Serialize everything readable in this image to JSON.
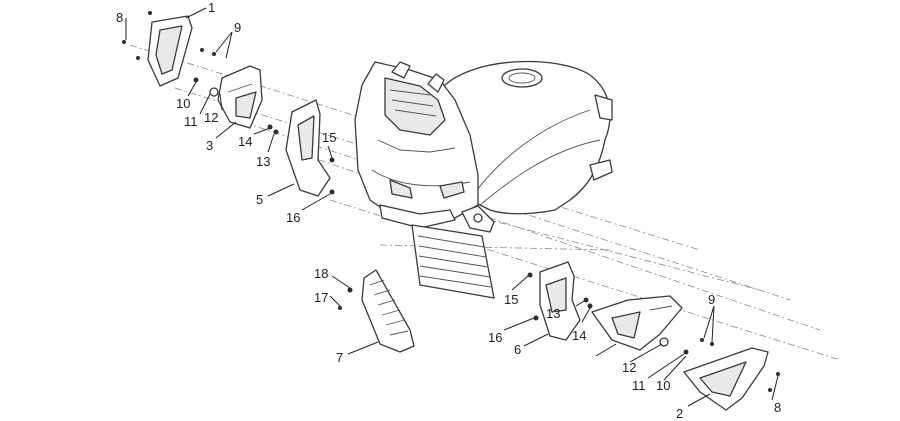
{
  "callouts": {
    "c1": "1",
    "c2": "2",
    "c3": "3",
    "c5": "5",
    "c6": "6",
    "c7": "7",
    "c8a": "8",
    "c8b": "8",
    "c9a": "9",
    "c9b": "9",
    "c10a": "10",
    "c10b": "10",
    "c11a": "11",
    "c11b": "11",
    "c12a": "12",
    "c12b": "12",
    "c13a": "13",
    "c13b": "13",
    "c14a": "14",
    "c14b": "14",
    "c15a": "15",
    "c15b": "15",
    "c16a": "16",
    "c16b": "16",
    "c17": "17",
    "c18": "18"
  },
  "colors": {
    "line": "#3a3a3a",
    "background": "#ffffff"
  }
}
